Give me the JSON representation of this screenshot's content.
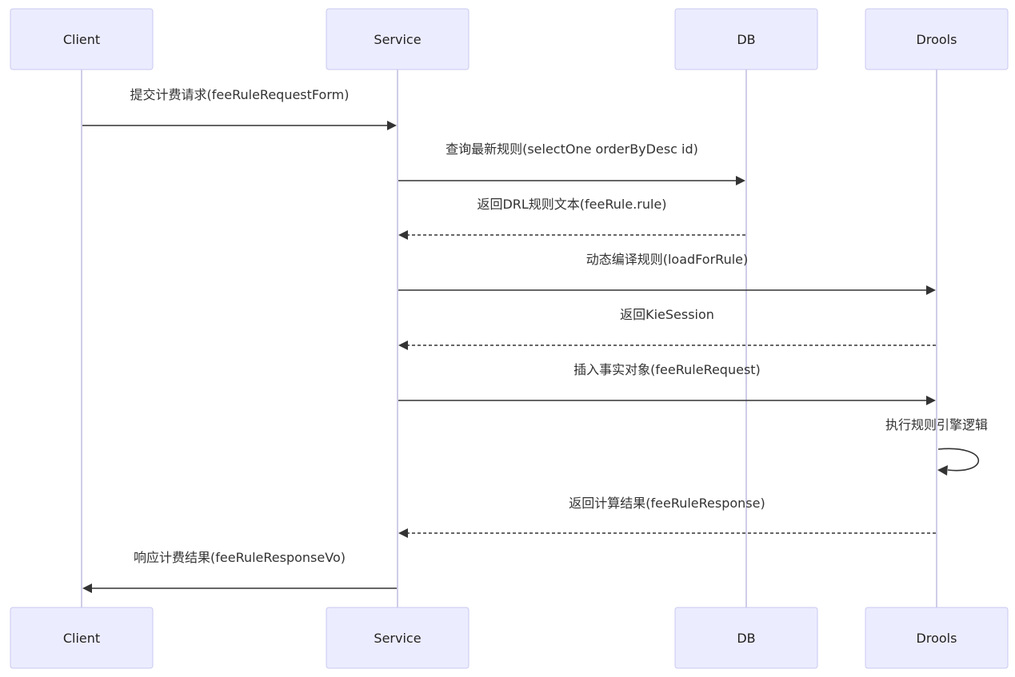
{
  "participants": [
    {
      "id": "client",
      "label": "Client"
    },
    {
      "id": "service",
      "label": "Service"
    },
    {
      "id": "db",
      "label": "DB"
    },
    {
      "id": "drools",
      "label": "Drools"
    }
  ],
  "messages": [
    {
      "from": "client",
      "to": "service",
      "label": "提交计费请求(feeRuleRequestForm)",
      "style": "solid"
    },
    {
      "from": "service",
      "to": "db",
      "label": "查询最新规则(selectOne orderByDesc id)",
      "style": "solid"
    },
    {
      "from": "db",
      "to": "service",
      "label": "返回DRL规则文本(feeRule.rule)",
      "style": "dashed"
    },
    {
      "from": "service",
      "to": "drools",
      "label": "动态编译规则(loadForRule)",
      "style": "solid"
    },
    {
      "from": "drools",
      "to": "service",
      "label": "返回KieSession",
      "style": "dashed"
    },
    {
      "from": "service",
      "to": "drools",
      "label": "插入事实对象(feeRuleRequest)",
      "style": "solid"
    },
    {
      "from": "drools",
      "to": "drools",
      "label": "执行规则引擎逻辑",
      "style": "solid"
    },
    {
      "from": "drools",
      "to": "service",
      "label": "返回计算结果(feeRuleResponse)",
      "style": "dashed"
    },
    {
      "from": "service",
      "to": "client",
      "label": "响应计费结果(feeRuleResponseVo)",
      "style": "solid"
    }
  ]
}
